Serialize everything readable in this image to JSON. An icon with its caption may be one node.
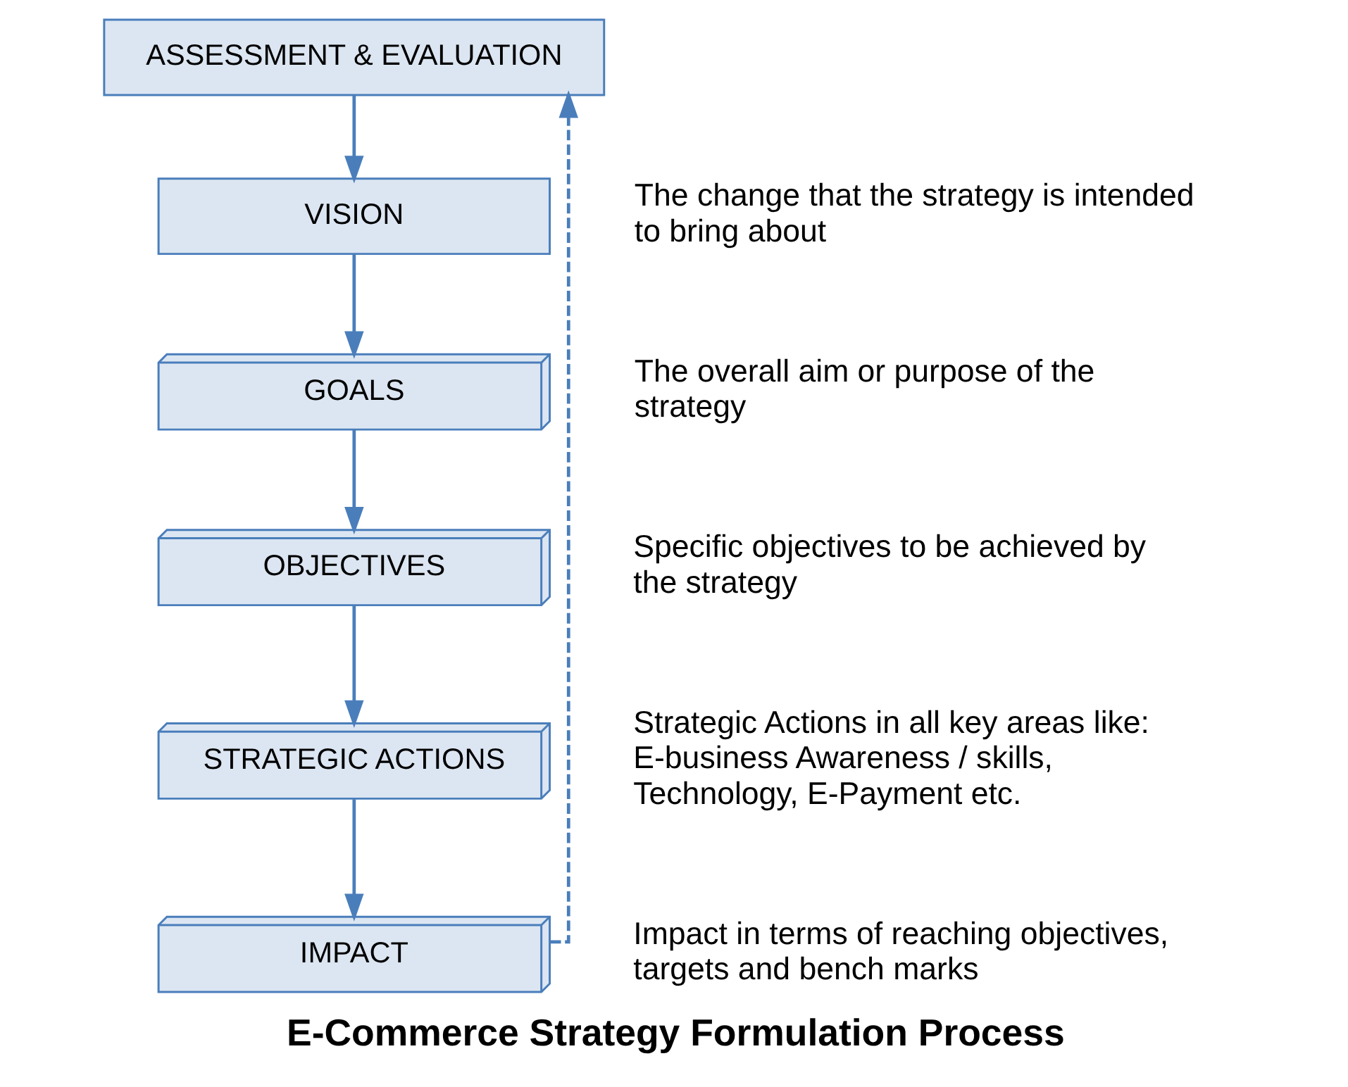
{
  "diagram": {
    "caption": "E-Commerce Strategy Formulation Process",
    "nodes": [
      {
        "text": [
          "ASSESSMENT & EVALUATION"
        ]
      },
      {
        "text": [
          "VISION"
        ],
        "beside": [
          "The change that the strategy is intended to bring about"
        ]
      },
      {
        "text": [
          "GOALS"
        ],
        "beside": [
          "The overall aim or purpose of the strategy"
        ]
      },
      {
        "text": [
          "OBJECTIVES"
        ],
        "beside": [
          "Specific objectives to be achieved by the strategy"
        ]
      },
      {
        "text": [
          "STRATEGIC ACTIONS"
        ],
        "beside": [
          "Strategic Actions in all key areas like: E-business Awareness / skills, Technology, E-Payment etc."
        ]
      },
      {
        "text": [
          "IMPACT"
        ],
        "beside": [
          "Impact in terms of reaching objectives, targets and bench marks"
        ]
      }
    ],
    "edges": [
      {
        "from": 0,
        "to": 1,
        "arrow": "to"
      },
      {
        "from": 1,
        "to": 2,
        "arrow": "to"
      },
      {
        "from": 2,
        "to": 3,
        "arrow": "to"
      },
      {
        "from": 3,
        "to": 4,
        "arrow": "to"
      },
      {
        "from": 4,
        "to": 5,
        "arrow": "to"
      },
      {
        "from": 5,
        "to": 0,
        "arrow": "to",
        "style": "dashed"
      }
    ]
  }
}
